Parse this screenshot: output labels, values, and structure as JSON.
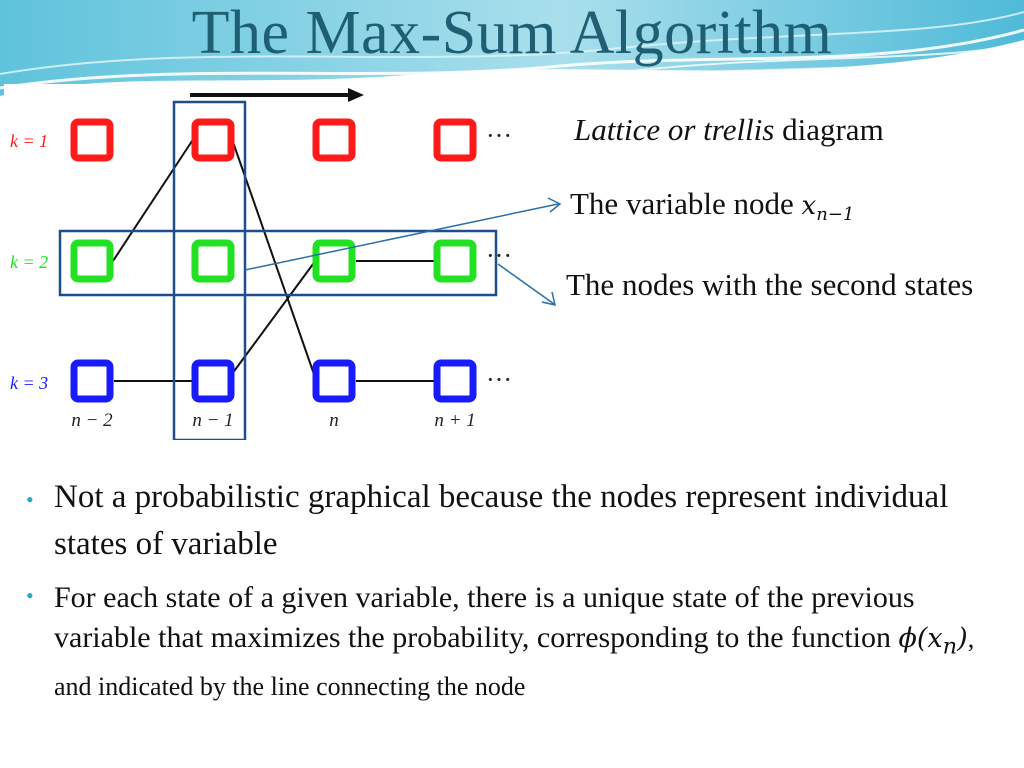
{
  "title": "The Max-Sum Algorithm",
  "diagram": {
    "state_labels": [
      "k = 1",
      "k = 2",
      "k = 3"
    ],
    "column_labels": [
      "n − 2",
      "n − 1",
      "n",
      "n + 1"
    ],
    "ellipsis": "···",
    "colors": {
      "k1": "#ff1a1a",
      "k2": "#22e022",
      "k3": "#1a1aff",
      "frame": "#1e4f8c"
    }
  },
  "annotations": {
    "lattice_italic": "Lattice or trellis",
    "lattice_rest": " diagram",
    "variable_text": "The variable node ",
    "variable_math_base": "x",
    "variable_math_sub": "n−1",
    "second_states": "The nodes with the second states"
  },
  "bullets": {
    "b1": "Not a probabilistic graphical because the nodes represent individual states of variable",
    "b2_part1": "For each state of a given variable, there is a unique state of the previous variable that maximizes the probability, corresponding to the function ",
    "b2_math": "ϕ(x",
    "b2_math_sub": "n",
    "b2_math_close": ")",
    "b2_part2": ", and indicated by the line connecting the node"
  }
}
